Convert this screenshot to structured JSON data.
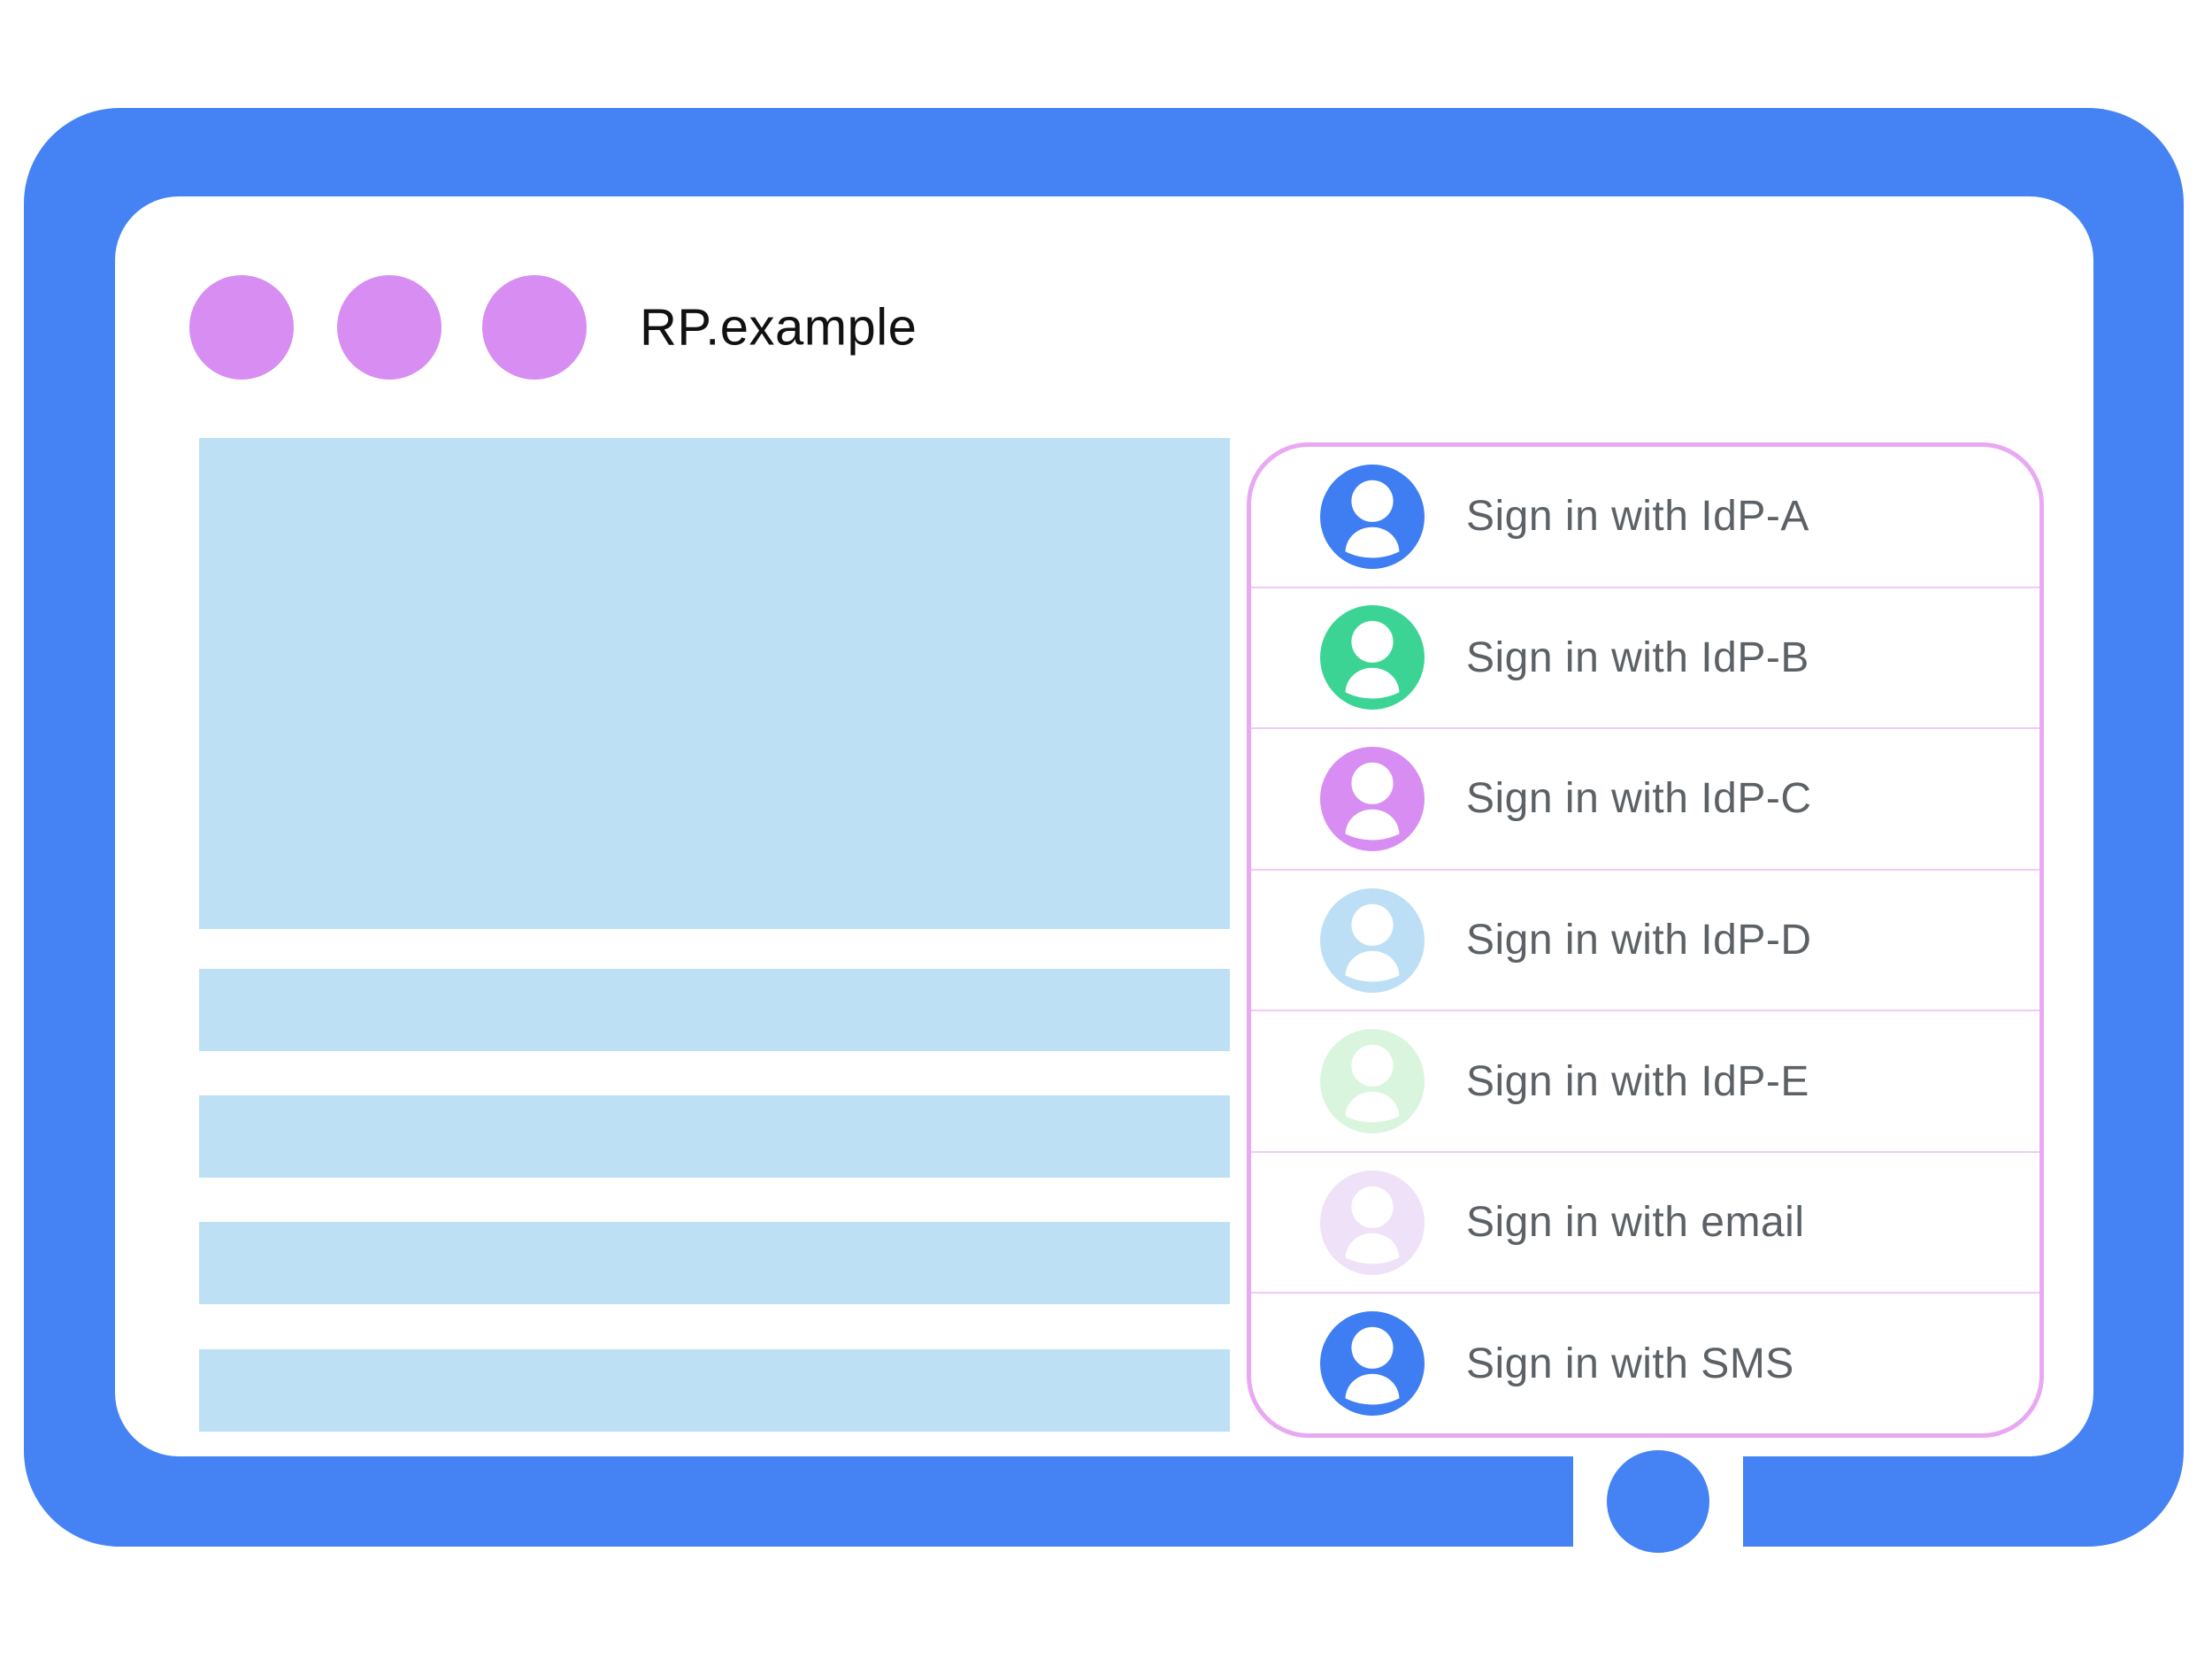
{
  "window": {
    "title": "RP.example",
    "dot_color": "#D78DF1",
    "frame_color": "#4583F4"
  },
  "content": {
    "placeholder_color": "#BEE0F5",
    "hero_blocks": 1,
    "line_blocks": 4
  },
  "signin_dialog": {
    "border_color": "#E9A8F3",
    "divider_color": "#F2C9F6",
    "label_color": "#5C6166",
    "options": [
      {
        "label": "Sign in with IdP-A",
        "avatar_color": "#3E7EF2"
      },
      {
        "label": "Sign in with IdP-B",
        "avatar_color": "#3CD495"
      },
      {
        "label": "Sign in with IdP-C",
        "avatar_color": "#D78DF1"
      },
      {
        "label": "Sign in with IdP-D",
        "avatar_color": "#BCDFF5"
      },
      {
        "label": "Sign in with IdP-E",
        "avatar_color": "#D9F5DD"
      },
      {
        "label": "Sign in with email",
        "avatar_color": "#EEE1F8"
      },
      {
        "label": "Sign in with SMS",
        "avatar_color": "#3E7EF2"
      }
    ]
  }
}
